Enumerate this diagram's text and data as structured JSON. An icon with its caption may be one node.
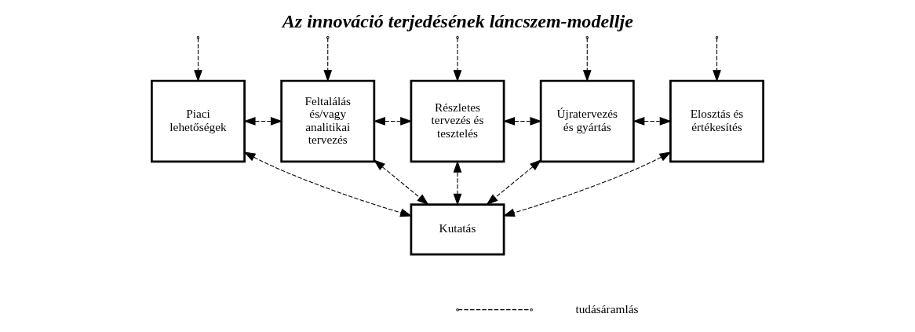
{
  "diagram": {
    "title": "Az innováció terjedésének láncszem-modellje",
    "nodes": [
      {
        "text": [
          "Piaci lehetőségek"
        ]
      },
      {
        "text": [
          "Feltalálás és/vagy analitikai tervezés"
        ]
      },
      {
        "text": [
          "Részletes tervezés és tesztelés"
        ]
      },
      {
        "text": [
          "Újratervezés és gyártás"
        ]
      },
      {
        "text": [
          "Elosztás és értékesítés"
        ]
      },
      {
        "text": [
          "Kutatás"
        ]
      }
    ],
    "edges": [
      {
        "from": null,
        "to": 0,
        "arrow": "to",
        "style": "dashed"
      },
      {
        "from": null,
        "to": 1,
        "arrow": "to",
        "style": "dashed"
      },
      {
        "from": null,
        "to": 2,
        "arrow": "to",
        "style": "dashed"
      },
      {
        "from": null,
        "to": 3,
        "arrow": "to",
        "style": "dashed"
      },
      {
        "from": null,
        "to": 4,
        "arrow": "to",
        "style": "dashed"
      },
      {
        "from": 0,
        "to": 1,
        "arrow": "both",
        "style": "dashed"
      },
      {
        "from": 1,
        "to": 2,
        "arrow": "both",
        "style": "dashed"
      },
      {
        "from": 2,
        "to": 3,
        "arrow": "both",
        "style": "dashed"
      },
      {
        "from": 3,
        "to": 4,
        "arrow": "both",
        "style": "dashed"
      },
      {
        "from": 0,
        "to": 5,
        "arrow": "both",
        "style": "dashed"
      },
      {
        "from": 1,
        "to": 5,
        "arrow": "both",
        "style": "dashed"
      },
      {
        "from": 2,
        "to": 5,
        "arrow": "both",
        "style": "dashed"
      },
      {
        "from": 3,
        "to": 5,
        "arrow": "both",
        "style": "dashed"
      },
      {
        "from": 4,
        "to": 5,
        "arrow": "both",
        "style": "dashed"
      }
    ],
    "legend": [
      {
        "text": "tudásáramlás"
      }
    ]
  }
}
